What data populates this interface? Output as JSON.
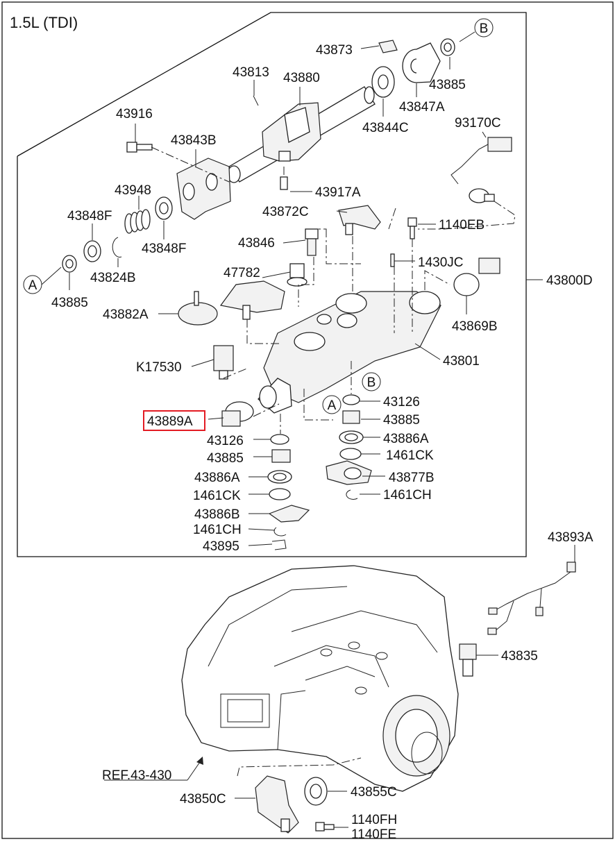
{
  "diagram": {
    "title": "1.5L (TDI)",
    "callouts": {
      "A": "A",
      "B": "B"
    },
    "highlighted_part": "43889A",
    "parts": {
      "p43873": "43873",
      "p43885_top": "43885",
      "p43813": "43813",
      "p43880": "43880",
      "p43847A": "43847A",
      "p43844C": "43844C",
      "p93170C": "93170C",
      "p43916": "43916",
      "p43843B": "43843B",
      "p43917A": "43917A",
      "p43948": "43948",
      "p43848F_left": "43848F",
      "p43848F_right": "43848F",
      "p43872C": "43872C",
      "p1140EB": "1140EB",
      "p43846": "43846",
      "p43824B": "43824B",
      "p1430JC": "1430JC",
      "p47782": "47782",
      "p43800D": "43800D",
      "p43885_left": "43885",
      "p43882A": "43882A",
      "p43869B": "43869B",
      "p43801": "43801",
      "pK17530": "K17530",
      "p43126_right": "43126",
      "p43889A": "43889A",
      "p43885_right": "43885",
      "p43126_left": "43126",
      "p43886A_right": "43886A",
      "p43885_lower": "43885",
      "p1461CK_right": "1461CK",
      "p43886A_left": "43886A",
      "p43877B": "43877B",
      "p1461CK_left": "1461CK",
      "p1461CH_right": "1461CH",
      "p43886B": "43886B",
      "p1461CH_left": "1461CH",
      "p43895": "43895",
      "p43893A": "43893A",
      "p43835": "43835",
      "pREF": "REF.43-430",
      "p43850C": "43850C",
      "p43855C": "43855C",
      "p1140FH": "1140FH",
      "p1140FE": "1140FE"
    }
  }
}
